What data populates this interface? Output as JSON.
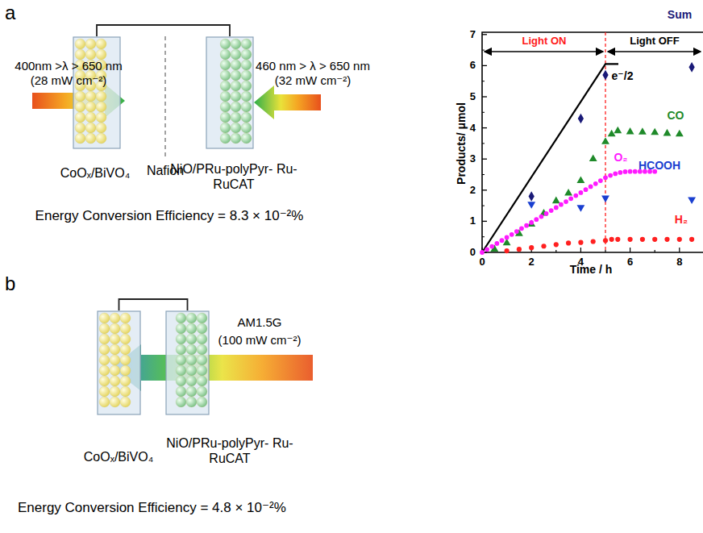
{
  "diagram": {
    "nodes": [
      {
        "text": [
          "CoOₓ/BiVO₄"
        ]
      },
      {
        "text": [
          "NiO/PRu-polyPyr- Ru-RuCAT"
        ]
      },
      {
        "text": [
          "CoOₓ/BiVO₄"
        ]
      },
      {
        "text": [
          "NiO/PRu-polyPyr- Ru-RuCAT"
        ]
      }
    ],
    "edges": [
      {
        "from": 0,
        "to": 1,
        "arrow": "none"
      },
      {
        "from": 2,
        "to": 3,
        "arrow": "none"
      }
    ],
    "labels": [
      "a",
      "400nm >λ > 650 nm",
      "(28 mW cm⁻²)",
      "460 nm > λ > 650 nm",
      "(32 mW cm⁻²)",
      "Nafion",
      "Energy Conversion Efficiency = 8.3 × 10⁻²%",
      "Light ON",
      "Light OFF",
      "Products/ μmol",
      "Time / h",
      "0",
      "1",
      "2",
      "3",
      "4",
      "5",
      "6",
      "7",
      "0",
      "2",
      "4",
      "6",
      "8",
      "e⁻/2",
      "Sum",
      "CO",
      "O₂",
      "HCOOH",
      "H₂",
      "b",
      "AM1.5G",
      "(100 mW cm⁻²)",
      "Energy Conversion Efficiency = 4.8 × 10⁻²%"
    ]
  }
}
